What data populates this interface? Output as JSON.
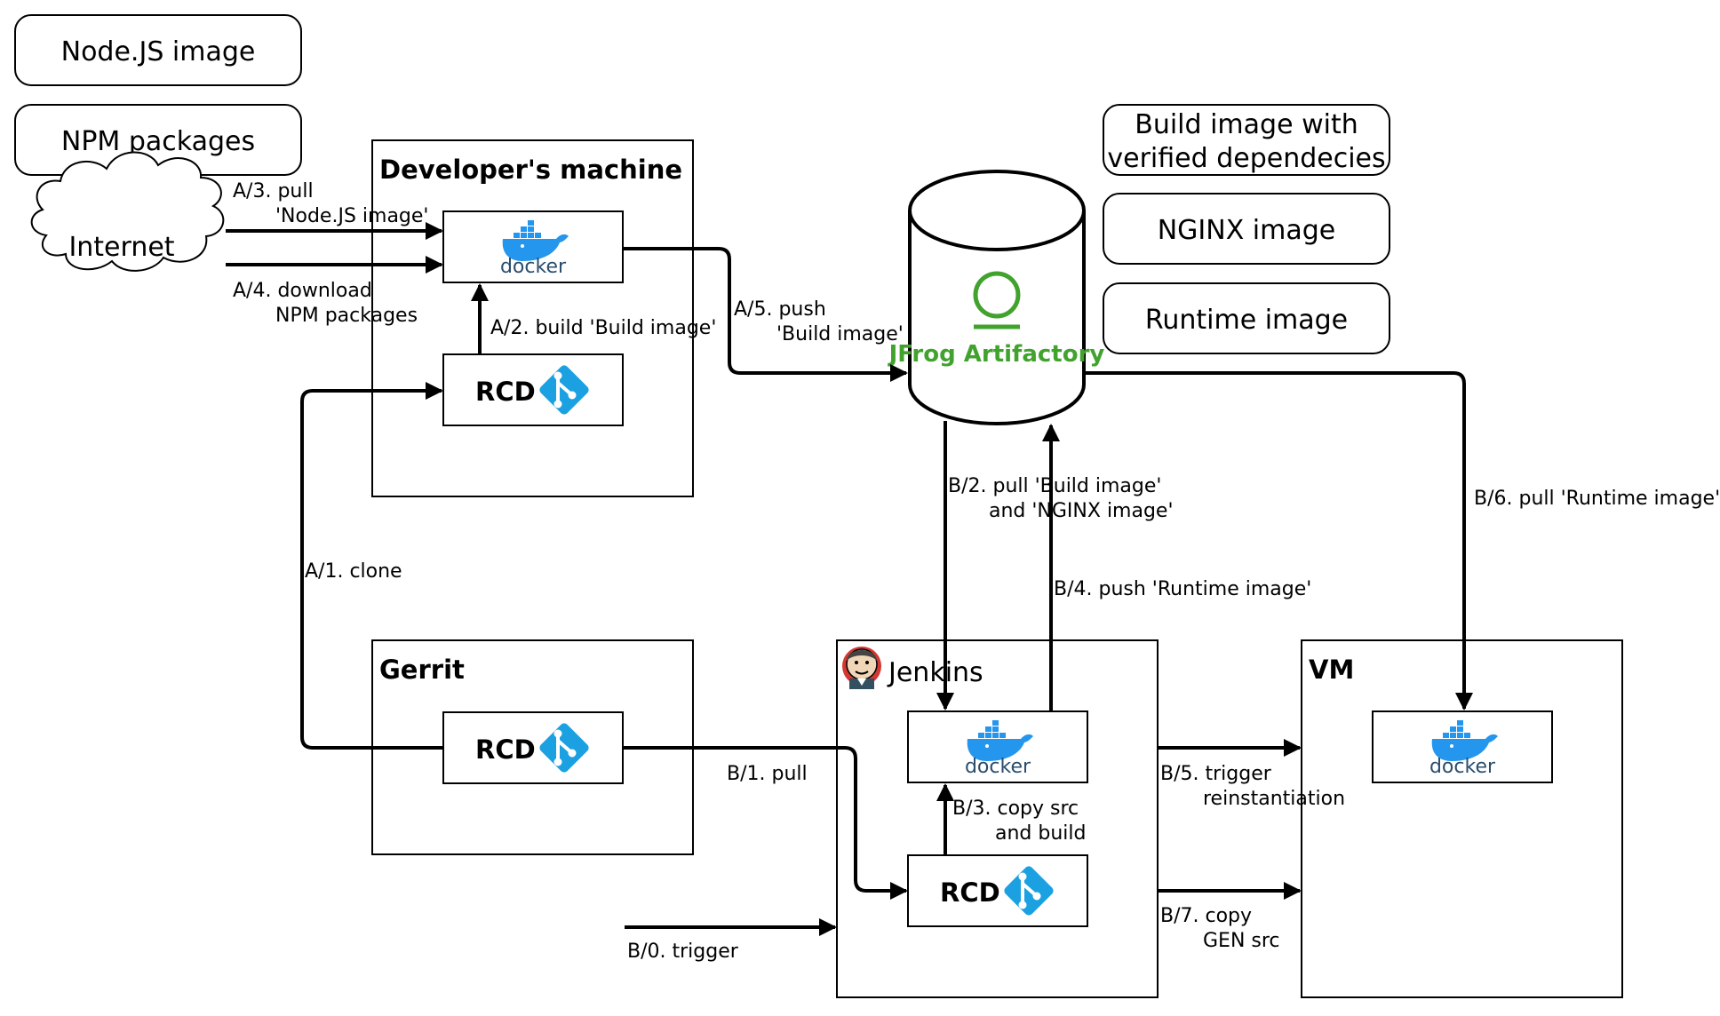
{
  "legend": {
    "nodejs_image": "Node.JS image",
    "npm_packages": "NPM packages",
    "build_image_line1": "Build image with",
    "build_image_line2": "verified dependecies",
    "nginx_image": "NGINX image",
    "runtime_image": "Runtime image"
  },
  "nodes": {
    "internet": "Internet",
    "developer_machine": "Developer's machine",
    "gerrit": "Gerrit",
    "jenkins": "Jenkins",
    "vm": "VM",
    "rcd": "RCD",
    "docker": "docker",
    "artifactory": "JFrog Artifactory"
  },
  "edges": {
    "a1": "A/1. clone",
    "a2": "A/2. build 'Build image'",
    "a3_line1": "A/3. pull",
    "a3_line2": "'Node.JS image'",
    "a4_line1": "A/4. download",
    "a4_line2": "NPM packages",
    "a5_line1": "A/5. push",
    "a5_line2": "'Build image'",
    "b0": "B/0. trigger",
    "b1": "B/1. pull",
    "b2_line1": "B/2. pull 'Build image'",
    "b2_line2": "and 'NGINX image'",
    "b3_line1": "B/3. copy src",
    "b3_line2": "and build",
    "b4": "B/4. push 'Runtime image'",
    "b5_line1": "B/5. trigger",
    "b5_line2": "reinstantiation",
    "b6": "B/6. pull 'Runtime image'",
    "b7_line1": "B/7. copy",
    "b7_line2": "GEN src"
  },
  "colors": {
    "docker_blue": "#2496ed",
    "docker_text": "#2a4d6e",
    "git_blue": "#1ba1e2",
    "jfrog_green": "#41a32e"
  },
  "icons": {
    "docker": "docker-whale-icon",
    "git": "git-diamond-icon",
    "jenkins": "jenkins-butler-icon",
    "artifactory": "jfrog-logo-icon"
  }
}
